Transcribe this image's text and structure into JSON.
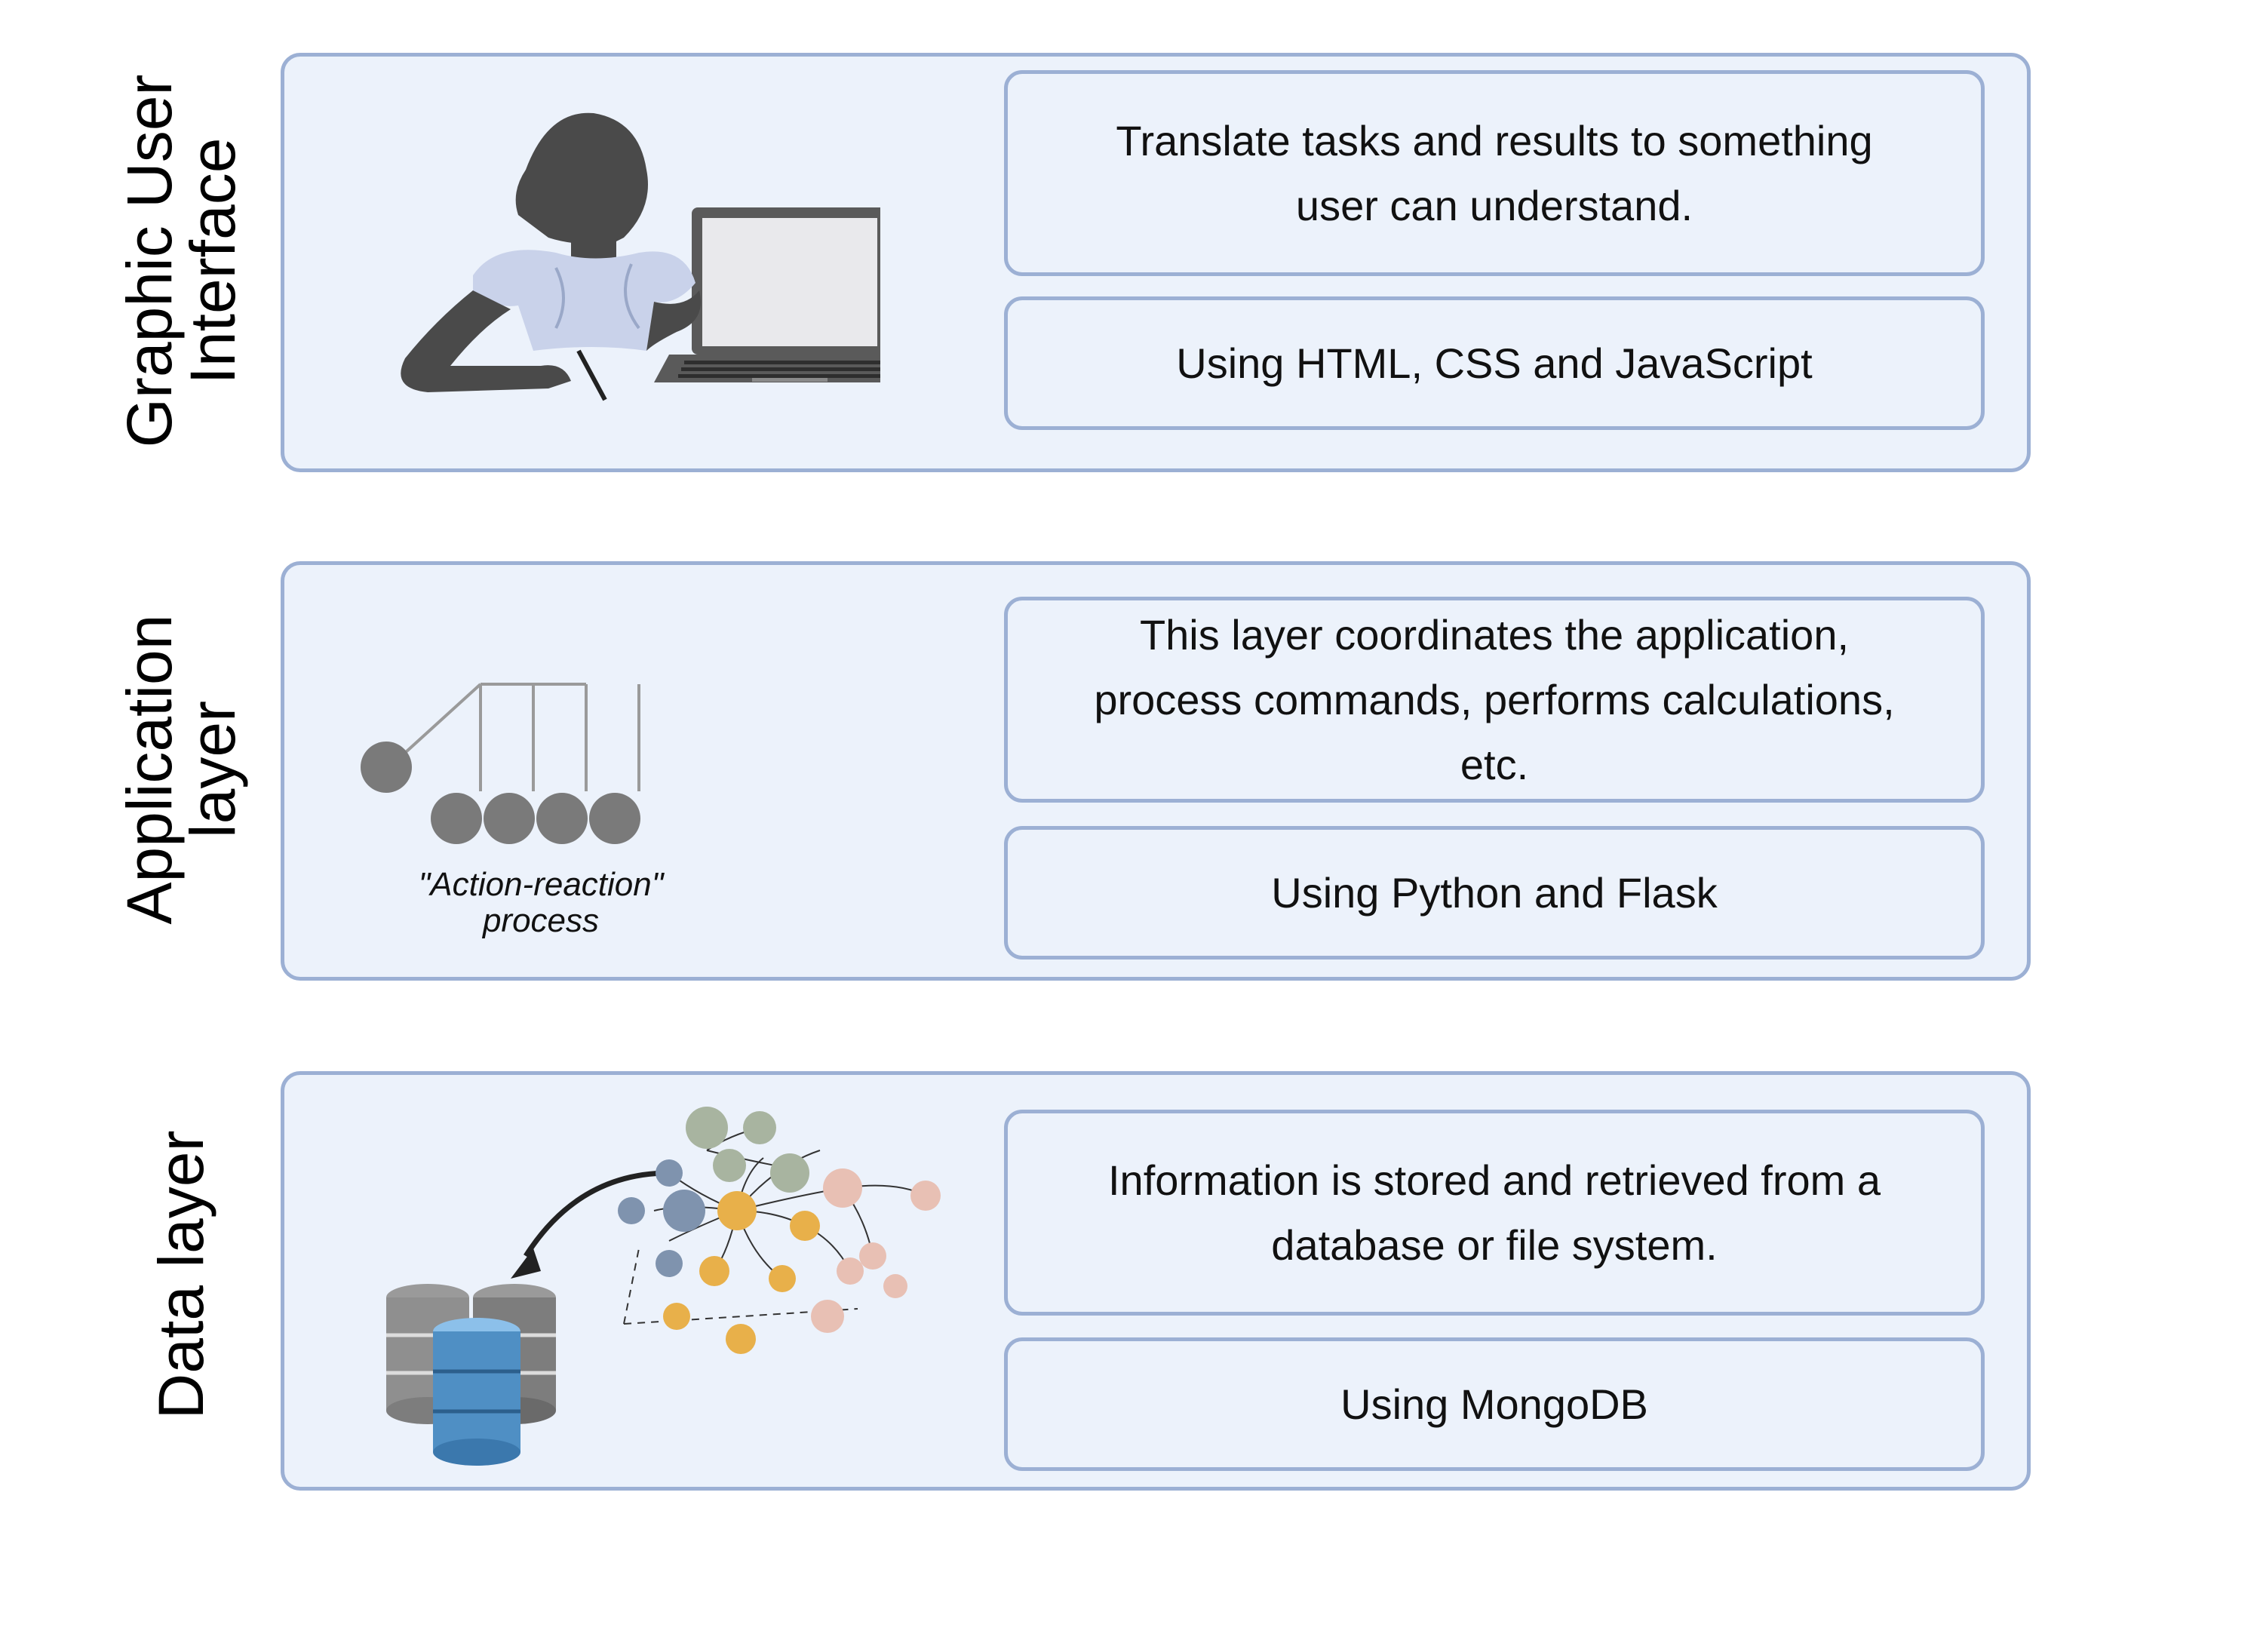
{
  "layers": [
    {
      "label_lines": [
        "Graphic User",
        "Interface"
      ],
      "boxes": [
        {
          "lines": [
            "Translate tasks and results  to something",
            "user can understand."
          ]
        },
        {
          "lines": [
            "Using HTML, CSS and JavaScript"
          ]
        }
      ],
      "illustration": "person-with-laptop-icon"
    },
    {
      "label_lines": [
        "Application",
        "layer"
      ],
      "boxes": [
        {
          "lines": [
            "This layer coordinates the application,",
            "process commands, performs calculations,",
            "etc."
          ]
        },
        {
          "lines": [
            "Using Python and Flask"
          ]
        }
      ],
      "illustration": "newtons-cradle-icon",
      "caption_lines": [
        "\"Action-reaction\"",
        "process"
      ]
    },
    {
      "label_lines": [
        "Data layer"
      ],
      "boxes": [
        {
          "lines": [
            "Information is stored and retrieved from a",
            "database or file system."
          ]
        },
        {
          "lines": [
            "Using MongoDB"
          ]
        }
      ],
      "illustration": "database-mindmap-icon"
    }
  ],
  "colors": {
    "panel_fill": "#ecf2fb",
    "panel_border": "#9cb0d4",
    "figure_dark": "#4a4a4a",
    "db_blue": "#4f8fc4",
    "mindmap_orange": "#e8b04a",
    "mindmap_green": "#a8b4a0",
    "mindmap_pink": "#e8c0b4",
    "mindmap_blue": "#7f93ae"
  }
}
